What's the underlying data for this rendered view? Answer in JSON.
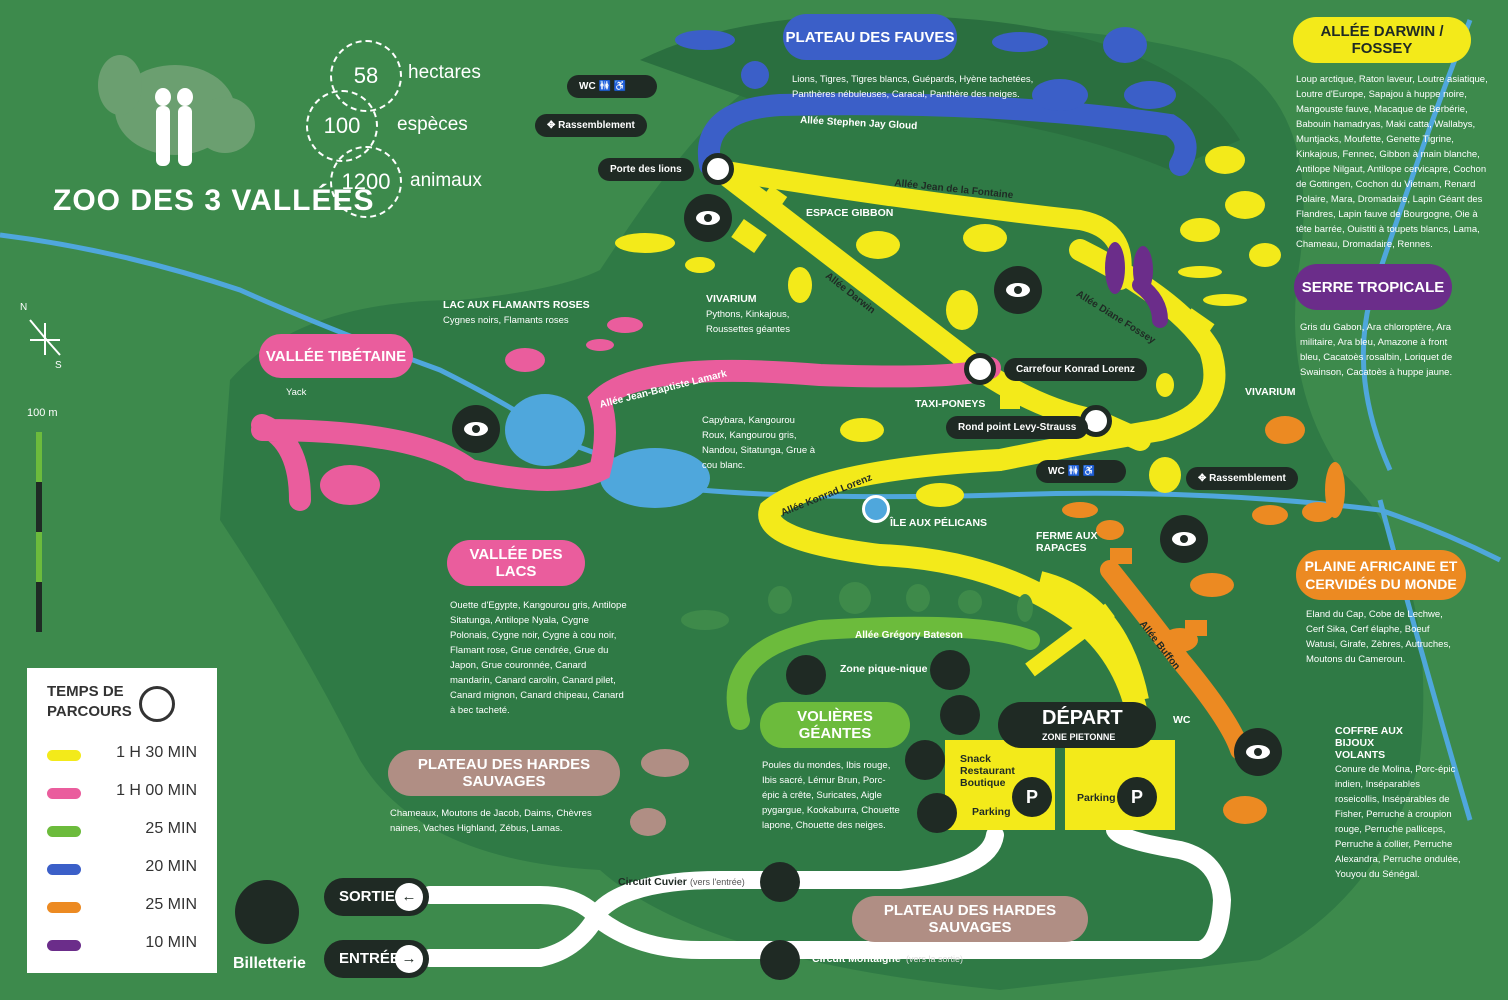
{
  "zoo": {
    "name": "ZOO DES 3 VALLÉES",
    "stats": [
      {
        "value": "58",
        "label": "hectares"
      },
      {
        "value": "100",
        "label": "espèces"
      },
      {
        "value": "1200",
        "label": "animaux"
      }
    ],
    "scale": "100 m",
    "compass": {
      "n": "N",
      "s": "S"
    }
  },
  "zones": {
    "plateau_fauves": {
      "title": "PLATEAU DES FAUVES",
      "desc": "Lions, Tigres, Tigres blancs, Guépards, Hyène tachetées, Panthères nébuleuses, Caracal, Panthère des neiges."
    },
    "darwin_fossey": {
      "title": "ALLÉE DARWIN / FOSSEY",
      "desc": "Loup arctique, Raton laveur, Loutre asiatique, Loutre d'Europe, Sapajou à huppe noire, Mangouste fauve, Macaque de Berbérie, Babouin hamadryas, Maki catta, Wallabys, Muntjacks, Moufette, Genette Tigrine, Kinkajous, Fennec, Gibbon à main blanche, Antilope Nilgaut, Antilope cervicapre, Cochon de Gottingen, Cochon du Vietnam, Renard Polaire, Mara, Dromadaire, Lapin Géant des Flandres, Lapin fauve de Bourgogne, Oie à tête barrée, Ouistiti à toupets blancs, Lama, Chameau, Dromadaire, Rennes."
    },
    "serre": {
      "title": "SERRE TROPICALE",
      "desc": "Gris du Gabon, Ara chloroptère, Ara militaire, Ara bleu, Amazone à front bleu, Cacatoès rosalbin, Loriquet de Swainson, Cacatoès à huppe jaune."
    },
    "tibetaine": {
      "title": "VALLÉE TIBÉTAINE",
      "desc": "Yack"
    },
    "lacs": {
      "title": "VALLÉE DES LACS",
      "desc": "Ouette d'Egypte, Kangourou gris, Antilope Sitatunga, Antilope Nyala, Cygne Polonais, Cygne noir, Cygne à cou noir, Flamant rose, Grue cendrée, Grue du Japon, Grue couronnée, Canard mandarin, Canard carolin, Canard pilet, Canard mignon, Canard chipeau, Canard à bec tacheté."
    },
    "hardes1": {
      "title": "PLATEAU DES HARDES SAUVAGES",
      "desc": "Chameaux, Moutons de Jacob, Daims, Chèvres naines, Vaches Highland, Zébus, Lamas."
    },
    "hardes2": {
      "title": "PLATEAU DES HARDES SAUVAGES"
    },
    "volieres": {
      "title": "VOLIÈRES GÉANTES",
      "desc": "Poules du mondes, Ibis rouge, Ibis sacré, Lémur Brun, Porc-épic à crête, Suricates, Aigle pygargue, Kookaburra, Chouette lapone, Chouette des neiges."
    },
    "plaine": {
      "title": "PLAINE AFRICAINE ET CERVIDÉS DU MONDE",
      "desc": "Eland du Cap, Cobe de Lechwe, Cerf Sika, Cerf élaphe, Boeuf Watusi, Girafe, Zèbres, Autruches, Moutons du Cameroun."
    },
    "coffre": {
      "title": "COFFRE AUX BIJOUX VOLANTS",
      "desc": "Conure de Molina, Porc-épic indien, Inséparables roseicollis, Inséparables de Fisher, Perruche à croupion rouge, Perruche palliceps, Perruche à collier, Perruche Alexandra, Perruche ondulée, Youyou du Sénégal."
    },
    "lac_flamants": {
      "title": "LAC AUX FLAMANTS ROSES",
      "desc": "Cygnes noirs, Flamants roses"
    },
    "vivarium1": {
      "title": "VIVARIUM",
      "desc": "Pythons, Kinkajous, Roussettes géantes"
    },
    "capybara": {
      "desc": "Capybara, Kangourou Roux, Kangourou gris, Nandou, Sitatunga, Grue à cou blanc."
    }
  },
  "places": {
    "wc": "WC",
    "rassemblement": "Rassemblement",
    "porte_lions": "Porte des lions",
    "espace_gibbon": "ESPACE GIBBON",
    "carrefour": "Carrefour Konrad Lorenz",
    "taxi": "TAXI-PONEYS",
    "rond_point": "Rond point Levy-Strauss",
    "vivarium2": "VIVARIUM",
    "ile_pelicans": "ÎLE AUX PÉLICANS",
    "ferme": "FERME AUX RAPACES",
    "pique_nique": "Zone pique-nique",
    "depart": "DÉPART",
    "zone_pietonne": "ZONE PIETONNE",
    "snack": "Snack Restaurant Boutique",
    "parking": "Parking",
    "parking_p": "P",
    "sortie": "SORTIE",
    "entree": "ENTRÉE",
    "billetterie": "Billetterie",
    "circuit_cuvier": "Circuit Cuvier",
    "circuit_cuvier_note": "(vers l'entrée)",
    "circuit_montaigne": "Circuit Montaigne",
    "circuit_montaigne_note": "(vers la sortie)"
  },
  "roads": {
    "stephen": "Allée Stephen Jay Gloud",
    "fontaine": "Allée Jean de la Fontaine",
    "darwin": "Allée Darwin",
    "fossey": "Allée Diane Fossey",
    "lamark": "Allée Jean-Baptiste Lamark",
    "lorenz": "Allée Konrad Lorenz",
    "bateson": "Allée Grégory Bateson",
    "buffon": "Allée Buffon"
  },
  "legend": {
    "title": "TEMPS DE PARCOURS",
    "rows": [
      {
        "color": "#f3ea1a",
        "time": "1 H 30 MIN"
      },
      {
        "color": "#ea5d9d",
        "time": "1 H 00 MIN"
      },
      {
        "color": "#6cbb3c",
        "time": "25 MIN"
      },
      {
        "color": "#3b5fc8",
        "time": "20 MIN"
      },
      {
        "color": "#ec8a22",
        "time": "25 MIN"
      },
      {
        "color": "#6b2d8a",
        "time": "10 MIN"
      }
    ]
  },
  "colors": {
    "yellow": "#f3ea1a",
    "pink": "#ea5d9d",
    "green": "#6cbb3c",
    "blue": "#3b5fc8",
    "orange": "#ec8a22",
    "purple": "#6b2d8a",
    "brown": "#b08e84",
    "water": "#4fa7dc"
  }
}
